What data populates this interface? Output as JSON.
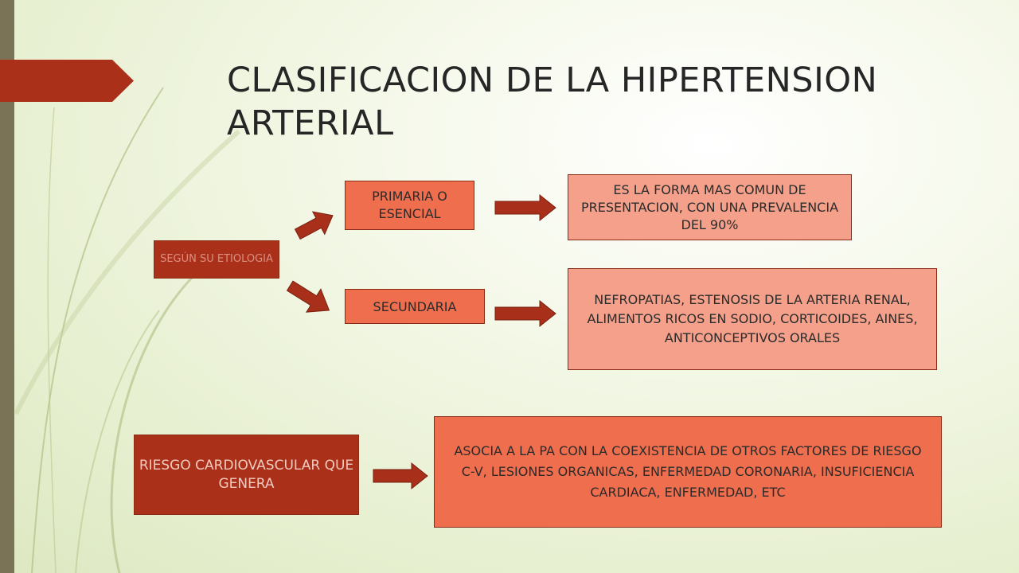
{
  "slide": {
    "title": "CLASIFICACION DE LA HIPERTENSION ARTERIAL"
  },
  "diagram": {
    "etiologia_label": "SEGÚN SU ETIOLOGIA",
    "primaria_label": "PRIMARIA O ESENCIAL",
    "primaria_desc": "ES LA FORMA MAS COMUN DE PRESENTACION, CON UNA PREVALENCIA DEL 90%",
    "secundaria_label": "SECUNDARIA",
    "secundaria_desc": "NEFROPATIAS, ESTENOSIS DE LA ARTERIA RENAL, ALIMENTOS RICOS EN SODIO, CORTICOIDES, AINES, ANTICONCEPTIVOS ORALES",
    "riesgo_label": "RIESGO CARDIOVASCULAR QUE GENERA",
    "riesgo_desc": "ASOCIA A LA PA CON LA COEXISTENCIA DE OTROS FACTORES DE RIESGO C-V, LESIONES ORGANICAS, ENFERMEDAD CORONARIA, INSUFICIENCIA CARDIACA, ENFERMEDAD, ETC"
  },
  "colors": {
    "dark_red": "#ab301a",
    "orange": "#ee6e4e",
    "salmon": "#f4a08a",
    "arrow": "#a8301a"
  }
}
